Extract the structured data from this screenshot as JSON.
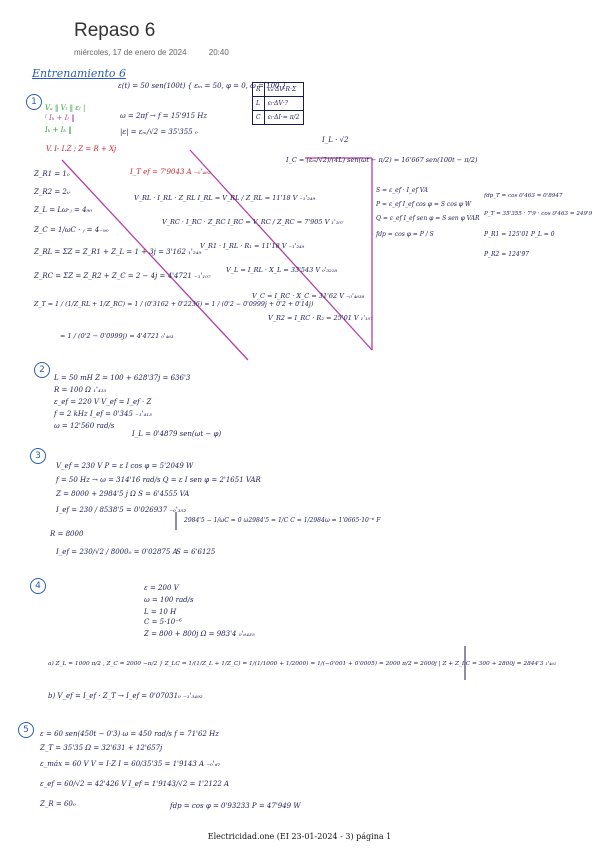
{
  "page": {
    "title": "Repaso 6",
    "date": "miércoles, 17 de enero de 2024",
    "time": "20:40",
    "footer": "Electricidad.one (EI 23-01-2024 - 3) página 1"
  },
  "section1": {
    "heading": "Entrenamiento 6",
    "number": "1",
    "left_lines": [
      "V. I- I.Z ; Z = R + Xj",
      "Z_R1 = 1₀",
      "Z_R2 = 2₀",
      "Z_L = Lω·ⱼ = 4₉₀",
      "Z_C = 1/ωC · ⱼ = 4₋₉₀",
      "Z_RL = ΣZ = Z_R1 + Z_L = 1 + 3j = 3'162 ₁'₂₄₉",
      "Z_RC = ΣZ = Z_R2 + Z_C = 2 − 4j = 4'4721 ₋₁'₁₀₇",
      "Z_T = 1 / (1/Z_RL + 1/Z_RC) = 1 / (0'3162 + 0'2236) = 1 / (0'2 − 0'0999j + 0'2 + 0'14j)",
      "= 1 / (0'2 − 0'0999j) = 4'4721 ₀'₄₆₃"
    ],
    "source": "ε(t) = 50 sen(100t)  { εₘ = 50, φ = 0, ω = 100 }",
    "freq": "ω = 2πf → f = 15'915 Hz",
    "peak": "|ε| = εₘ/√2 = 35'355 ₀",
    "ieff": "I_T ef = 7'9043 A  ₋₀'₄₆₃",
    "table": [
      [
        "R",
        "εₐ·ΔV·R·Σ"
      ],
      [
        "L",
        "εₗ·ΔV·?"
      ],
      [
        "C",
        "εₗ·ΔI·= π/2"
      ]
    ],
    "currents": [
      "V_RL · I_RL · Z_RL   I_RL = V_RL / Z_RL = 11'18 V  ₋₁'₂₄₉",
      "V_RC · I_RC · Z_RC   I_RC = V_RC / Z_RC = 7'905 V  ₁'₁₀₇",
      "V_R1 · I_RL · R₁ = 11'18 V  ₋₁'₂₄₉",
      "V_L = I_RL · X_L = 33'543 V  ₀'₃₂₁₈",
      "V_C = I_RC · X_C = 31'62 V  ₋₀'₄₆₃₈",
      "V_R2 = I_RC · R₂ = 25'01 V  ₁'₁₀₇"
    ],
    "ic": "I_C = (εₘ/√2)/(4L) sen(ωt − π/2) = 16'667 sen(100t − π/2)",
    "power": [
      "S = ε_ef · I_ef          VA",
      "P = ε_ef I_ef cos φ = S cos φ  W",
      "Q = ε_ef I_ef sen φ = S sen φ  VAR",
      "fdp = cos φ = P / S"
    ],
    "power_right": [
      "fdp_T = cos 0'463 = 0'8947",
      "P_T = 35'355 · 7'9 · cos 0'463 = 249'9",
      "P_R1 = 125'01     P_L = 0",
      "P_R2 = 124'97"
    ],
    "il_head": "I_L · √2"
  },
  "section2": {
    "number": "2",
    "lines": [
      "L = 50 mH        Z = 100 + 628'37j = 636'3",
      "R = 100 Ω                              ₁'₄₁₃",
      "ε_ef = 220 V     V_ef = I_ef · Z",
      "f = 2 kHz         I_ef = 0'345 ₋₁'₄₁₃",
      "ω = 12'560 rad/s",
      "I_L = 0'4879 sen(ωt − φ)"
    ]
  },
  "section3": {
    "number": "3",
    "lines": [
      "V_ef = 230 V               P = ε I cos φ = 5'2049 W",
      "f = 50 Hz → ω = 314'16 rad/s    Q = ε I sen φ = 2'1651 VAR",
      "Z = 8000 + 2984'5 j Ω       S = 6'4555 VA",
      "I_ef = 230 / 8538'5 = 0'026937  ₋₀'₃₅₂",
      "R = 8000",
      "I_ef = 230/√2 / 8000₀ = 0'02875 A",
      "2984'5 − 1/ωC = 0  ω2984'5 = 1/C    C = 1/2984ω = 1'0665·10⁻⁶ F",
      "S = 6'6125"
    ]
  },
  "section4": {
    "number": "4",
    "given": [
      "ε = 200 V",
      "ω = 100 rad/s",
      "L = 10 H",
      "C = 5·10⁻⁶",
      "Z = 800 + 800j Ω = 983'4 ₀'₆₄₃₅"
    ],
    "a": "a)  Z_L = 1000 π/2 ,  Z_C = 2000 −π/2  } Z_LC = 1/(1/Z_L + 1/Z_C) = 1/(1/1000 + 1/2000) = 1/(−0'001 + 0'0005) = 2000 π/2 = 2000j   |  Z + Z_LC = 300 + 2800j = 2844'3 ₁'₄₆₁",
    "b": "b)  V_ef = I_ef · Z_T → I_ef = 0'07031₀ ₋₁'₃₄₉₂"
  },
  "section5": {
    "number": "5",
    "lines": [
      "ε = 60 sen(450t − 0'3)   ω = 450 rad/s   f = 71'62 Hz",
      "Z_T = 35'35 Ω = 32'631 + 12'657j",
      "ε_máx = 60 V    V = I·Z   I = 60/35'35 = 1'9143 A  ₋₀'₆₇",
      "ε_ef = 60/√2 = 42'426 V    I_ef = 1'9143/√2 = 1'2122 A",
      "Z_R = 60₀",
      "fdp = cos φ = 0'93233    P = 47'949 W"
    ]
  }
}
